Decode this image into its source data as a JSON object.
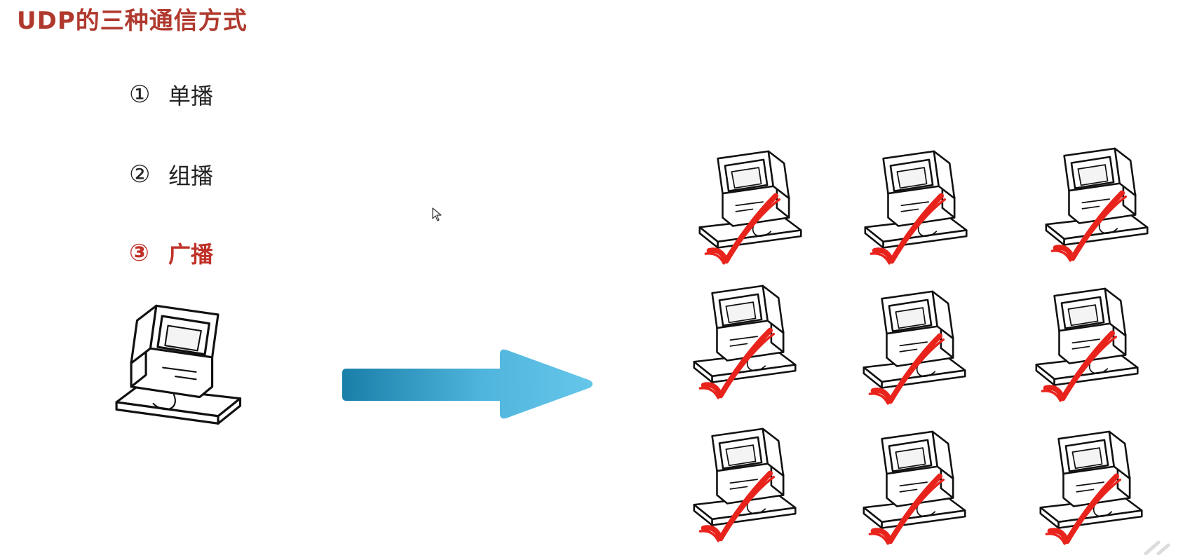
{
  "title": "UDP的三种通信方式",
  "methods": [
    {
      "num": "①",
      "label": "单播",
      "active": false
    },
    {
      "num": "②",
      "label": "组播",
      "active": false
    },
    {
      "num": "③",
      "label": "广播",
      "active": true
    }
  ],
  "icons": {
    "computer": "computer-icon",
    "check": "check-mark-icon",
    "arrow": "arrow-right-icon",
    "cursor": "mouse-cursor-icon"
  },
  "colors": {
    "title": "#b0392e",
    "active": "#c0322a",
    "check": "#e8231c",
    "arrow_dark": "#1a7fa8",
    "arrow_light": "#66c6ea"
  }
}
